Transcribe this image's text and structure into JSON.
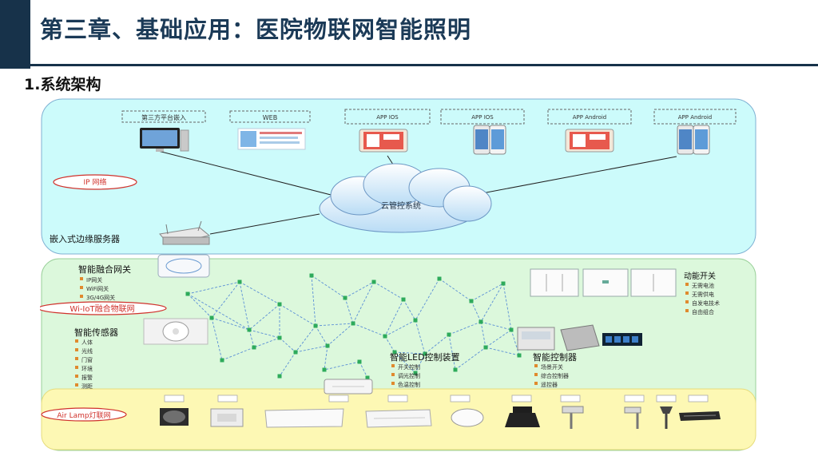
{
  "title": "第三章、基础应用：医院物联网智能照明",
  "subtitle": "1.系统架构",
  "colors": {
    "accent": "#17324a",
    "cloud_panel": "#ccfbfb",
    "mesh_panel": "#dcf8dc",
    "lamp_panel": "#fdf8b4",
    "mesh_node": "#2eab5b",
    "mesh_line": "#5a8fd6",
    "ellipse_border": "#d0322c"
  },
  "diagram": {
    "cloud_layer": {
      "clients": [
        {
          "label": "第三方平台嵌入",
          "icon": "desktop-icon"
        },
        {
          "label": "WEB",
          "icon": "web-page-icon"
        },
        {
          "label": "APP IOS",
          "icon": "tablet-app-icon"
        },
        {
          "label": "APP IOS",
          "icon": "iphone-icon"
        },
        {
          "label": "APP Android",
          "icon": "tablet-app-icon"
        },
        {
          "label": "APP Android",
          "icon": "iphone-icon"
        }
      ],
      "network_label": "IP 网络",
      "cloud_label": "云管控系统",
      "server_label": "嵌入式边缘服务器"
    },
    "mesh_layer": {
      "network_label": "Wi-IoT融合物联网",
      "gateway": {
        "title": "智能融合网关",
        "items": [
          "IP网关",
          "WiFi网关",
          "3G/4G网关"
        ]
      },
      "sensor": {
        "title": "智能传感器",
        "items": [
          "人体",
          "光线",
          "门窗",
          "环境",
          "报警",
          "测距"
        ]
      },
      "kinetic_switch": {
        "title": "动能开关",
        "items": [
          "无需电池",
          "无需供电",
          "自发电技术",
          "自由组合"
        ]
      },
      "led_controller": {
        "title": "智能LED控制装置",
        "items": [
          "开关控制",
          "调光控制",
          "色温控制"
        ]
      },
      "smart_controller": {
        "title": "智能控制器",
        "items": [
          "场景开关",
          "综合控制器",
          "遥控器"
        ]
      }
    },
    "lamp_layer": {
      "network_label": "Air Lamp灯联网"
    }
  }
}
